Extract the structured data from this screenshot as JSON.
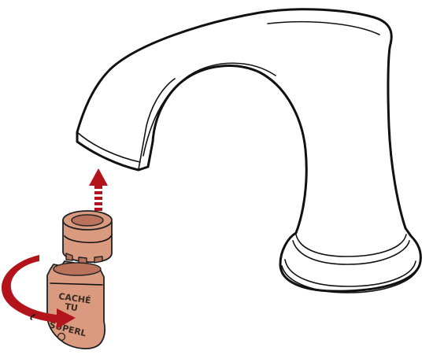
{
  "colors": {
    "arrow_red": "#b3141b",
    "copper": "#d99a80",
    "outline": "#111111"
  },
  "tool": {
    "text_top": "CACHÉ",
    "text_mid": "TU",
    "text_bottom": "SUPERL"
  },
  "icons": {
    "up_arrow": "dashed-up-arrow-icon",
    "rotate_arrow": "curved-rotate-arrow-icon"
  }
}
